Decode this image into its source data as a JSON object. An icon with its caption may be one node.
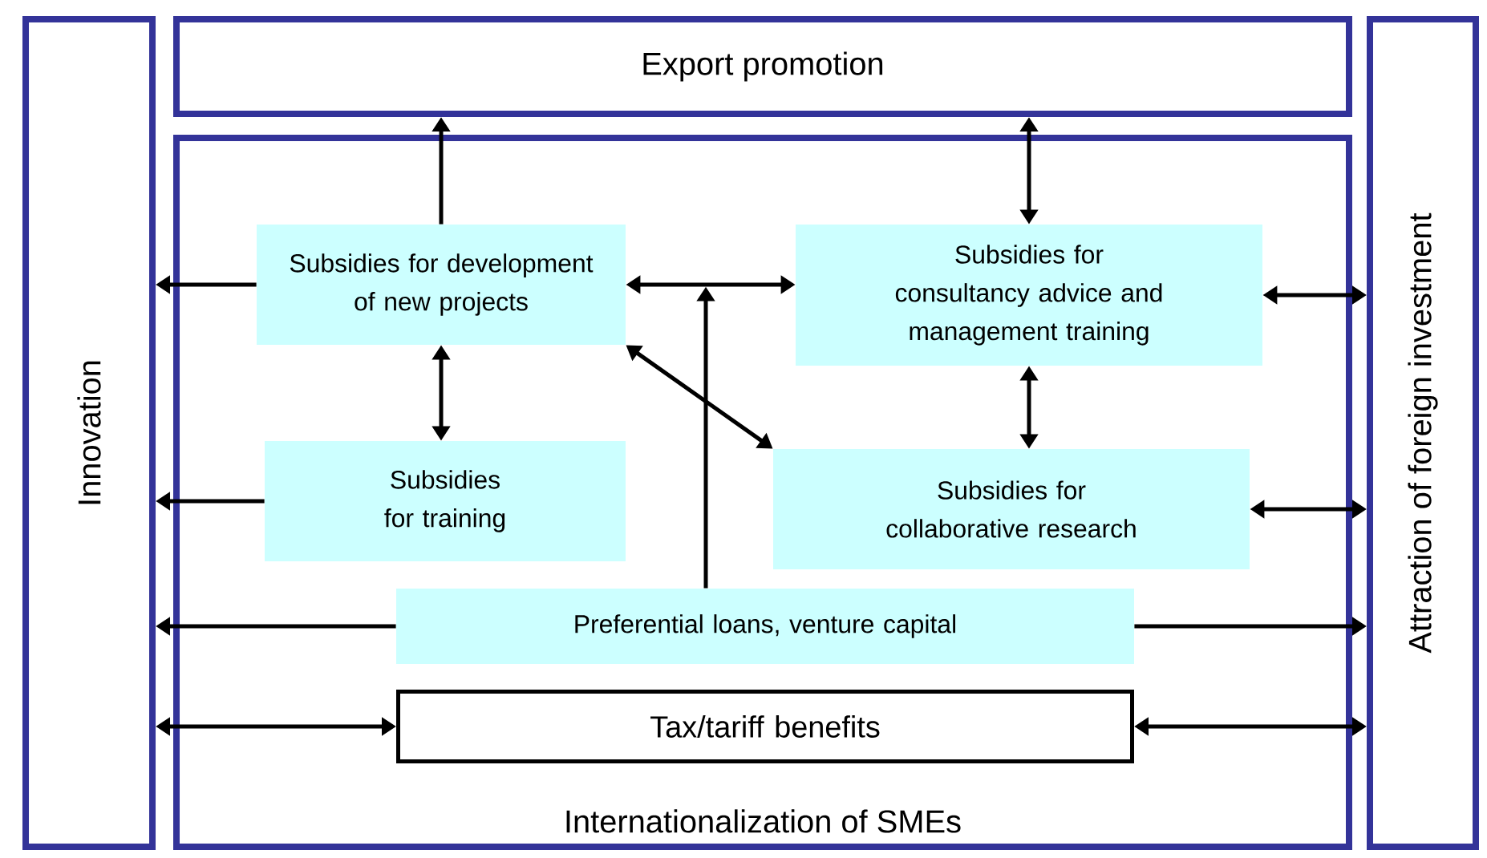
{
  "diagram": {
    "nodes": [
      {
        "text": [
          "Innovation"
        ]
      },
      {
        "text": [
          "Export promotion"
        ]
      },
      {
        "text": [
          "Attraction of foreign investment"
        ]
      },
      {
        "text": [
          "Internationalization of SMEs"
        ]
      },
      {
        "text": [
          "Subsidies for development of new projects"
        ],
        "in": 3
      },
      {
        "text": [
          "Subsidies for consultancy advice and management training"
        ],
        "in": 3
      },
      {
        "text": [
          "Subsidies for training"
        ],
        "in": 3
      },
      {
        "text": [
          "Subsidies for collaborative research"
        ],
        "in": 3
      },
      {
        "text": [
          "Preferential loans, venture capital"
        ],
        "in": 3
      },
      {
        "text": [
          "Tax/tariff benefits"
        ],
        "in": 3
      }
    ],
    "edges": [
      {
        "from": 4,
        "to": 1,
        "arrow": "to"
      },
      {
        "from": 4,
        "to": 0,
        "arrow": "to"
      },
      {
        "from": 4,
        "to": 5,
        "arrow": "both"
      },
      {
        "from": 8,
        "to": null,
        "arrow": "to"
      },
      {
        "from": 5,
        "to": 1,
        "arrow": "both"
      },
      {
        "from": 5,
        "to": 2,
        "arrow": "both"
      },
      {
        "from": 4,
        "to": 6,
        "arrow": "both"
      },
      {
        "from": 4,
        "to": 7,
        "arrow": "both"
      },
      {
        "from": 5,
        "to": 7,
        "arrow": "both"
      },
      {
        "from": 6,
        "to": 0,
        "arrow": "to"
      },
      {
        "from": 7,
        "to": 2,
        "arrow": "both"
      },
      {
        "from": 8,
        "to": 0,
        "arrow": "to"
      },
      {
        "from": 8,
        "to": 2,
        "arrow": "to"
      },
      {
        "from": 9,
        "to": 0,
        "arrow": "both"
      },
      {
        "from": 9,
        "to": 2,
        "arrow": "both"
      }
    ]
  }
}
